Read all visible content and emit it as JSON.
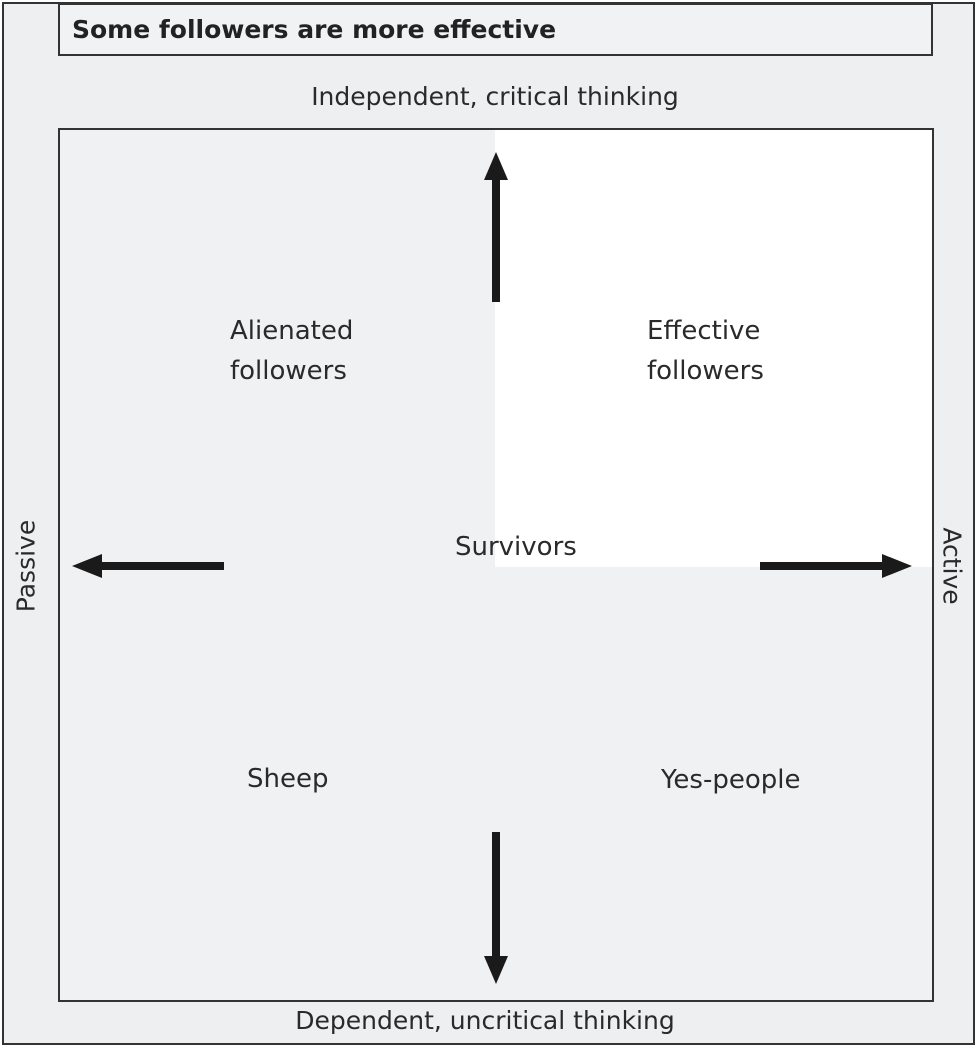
{
  "title": "Some followers are more effective",
  "axes": {
    "top": "Independent, critical thinking",
    "bottom": "Dependent, uncritical thinking",
    "left": "Passive",
    "right": "Active"
  },
  "quadrants": {
    "top_left": "Alienated\nfollowers",
    "top_right": "Effective\nfollowers",
    "center": "Survivors",
    "bottom_left": "Sheep",
    "bottom_right": "Yes-people"
  },
  "colors": {
    "frame_background": "#eeeff0",
    "plot_background": "#f0f1f2",
    "highlight_quadrant": "#ffffff",
    "arrow": "#1a1a1a",
    "border": "#333333"
  }
}
